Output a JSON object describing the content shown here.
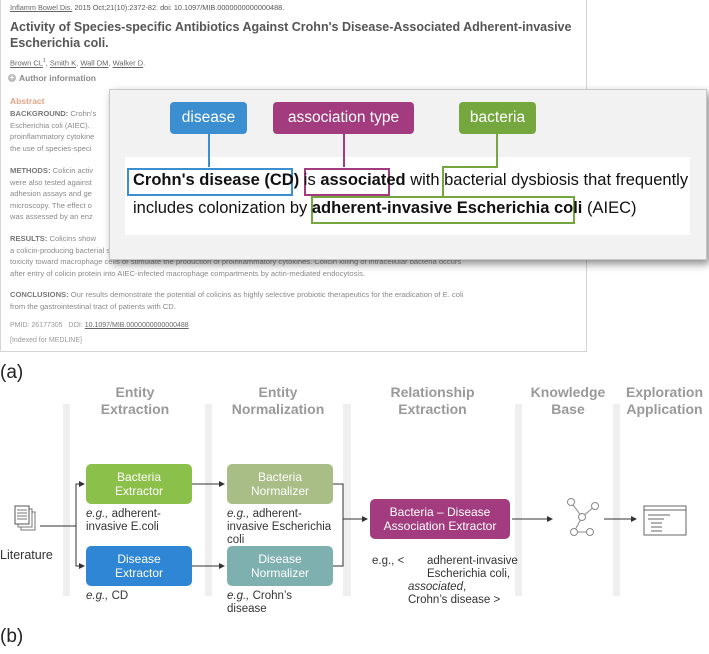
{
  "panel_a": {
    "label": "(a)",
    "citation": {
      "journal": "Inflamm Bowel Dis.",
      "rest": " 2015 Oct;21(10):2372-82. doi: 10.1097/MIB.0000000000000488."
    },
    "title": "Activity of Species-specific Antibiotics Against Crohn's Disease-Associated Adherent-invasive Escherichia coli.",
    "authors": [
      "Brown CL",
      "Smith K",
      "Wall DM",
      "Walker D"
    ],
    "author_info": "Author information",
    "abstract_heading": "Abstract",
    "background": {
      "label": "BACKGROUND:",
      "lines": [
        "Crohn's",
        "Escherichia coli (AIEC).",
        "proinflammatory cytokine",
        "the use of species-speci"
      ]
    },
    "methods": {
      "label": "METHODS:",
      "lines": [
        "Colicin activ",
        "were also tested against",
        "adhesion assays and ge",
        "microscopy. The effect o",
        "was assessed by an enz"
      ]
    },
    "results": {
      "label": "RESULTS:",
      "lines": [
        "Colicins show",
        "a colicin-producing bacterial strain. In addition, colicins E1 and E9 are able to kill cell-associated and intracellular AIEC, but do not show",
        "toxicity toward macrophage cells or stimulate the production of proinflammatory cytokines. Colicin killing of intracellular bacteria occurs",
        "after entry of colicin protein into AIEC-infected macrophage compartments by actin-mediated endocytosis."
      ]
    },
    "conclusions": {
      "label": "CONCLUSIONS:",
      "lines": [
        "Our results demonstrate the potential of colicins as highly selective probiotic therapeutics for the eradication of E. coli",
        "from the gastrointestinal tract of patients with CD."
      ]
    },
    "pmid": "PMID: 26177305",
    "doi_label": "DOI:",
    "doi": "10.1097/MIB.0000000000000488",
    "indexed": "[Indexed for MEDLINE]"
  },
  "zoom": {
    "tags": {
      "disease": "disease",
      "association": "association type",
      "bacteria": "bacteria"
    },
    "sentence": {
      "disease_entity": "Crohn's disease (CD)",
      "t1": " is ",
      "assoc_entity": "associated",
      "t2": " with bacterial dysbiosis that frequently",
      "t3": "includes colonization by ",
      "bacteria_entity": "adherent-invasive Escherichia coli",
      "t4": " (AIEC)"
    },
    "colors": {
      "disease": "#3b8ed0",
      "association": "#a23c7e",
      "bacteria": "#74a83e"
    }
  },
  "panel_b": {
    "label": "(b)",
    "columns": {
      "entity_extraction": [
        "Entity",
        "Extraction"
      ],
      "entity_normalization": [
        "Entity",
        "Normalization"
      ],
      "relationship_extraction": [
        "Relationship",
        "Extraction"
      ],
      "knowledge_base": [
        "Knowledge",
        "Base"
      ],
      "exploration_application": [
        "Exploration",
        "Application"
      ]
    },
    "literature": "Literature",
    "boxes": {
      "bacteria_extractor": [
        "Bacteria",
        "Extractor"
      ],
      "disease_extractor": [
        "Disease",
        "Extractor"
      ],
      "bacteria_normalizer": [
        "Bacteria",
        "Normalizer"
      ],
      "disease_normalizer": [
        "Disease",
        "Normalizer"
      ],
      "relation_extractor": [
        "Bacteria – Disease",
        "Association Extractor"
      ]
    },
    "examples": {
      "bacteria_extractor": {
        "eg": "e.g.,",
        "lines": [
          " adherent-",
          "invasive E.coli"
        ]
      },
      "disease_extractor": {
        "eg": "e.g.,",
        "lines": [
          " CD"
        ]
      },
      "bacteria_normalizer": {
        "eg": "e.g.,",
        "lines": [
          " adherent-",
          "invasive Escherichia",
          "coli"
        ]
      },
      "disease_normalizer": {
        "eg": "e.g.,",
        "lines": [
          " Crohn’s",
          "disease"
        ]
      },
      "relation": {
        "prefix": "e.g., <",
        "lines": [
          "adherent-invasive",
          "Escherichia coli,",
          "associated",
          ",",
          "Crohn’s disease >"
        ]
      }
    },
    "colors": {
      "bacteria_extractor": "#8bc04a",
      "disease_extractor": "#2f86d4",
      "bacteria_normalizer": "#a8be86",
      "disease_normalizer": "#7fb0b0",
      "relation": "#a23c7e"
    }
  }
}
